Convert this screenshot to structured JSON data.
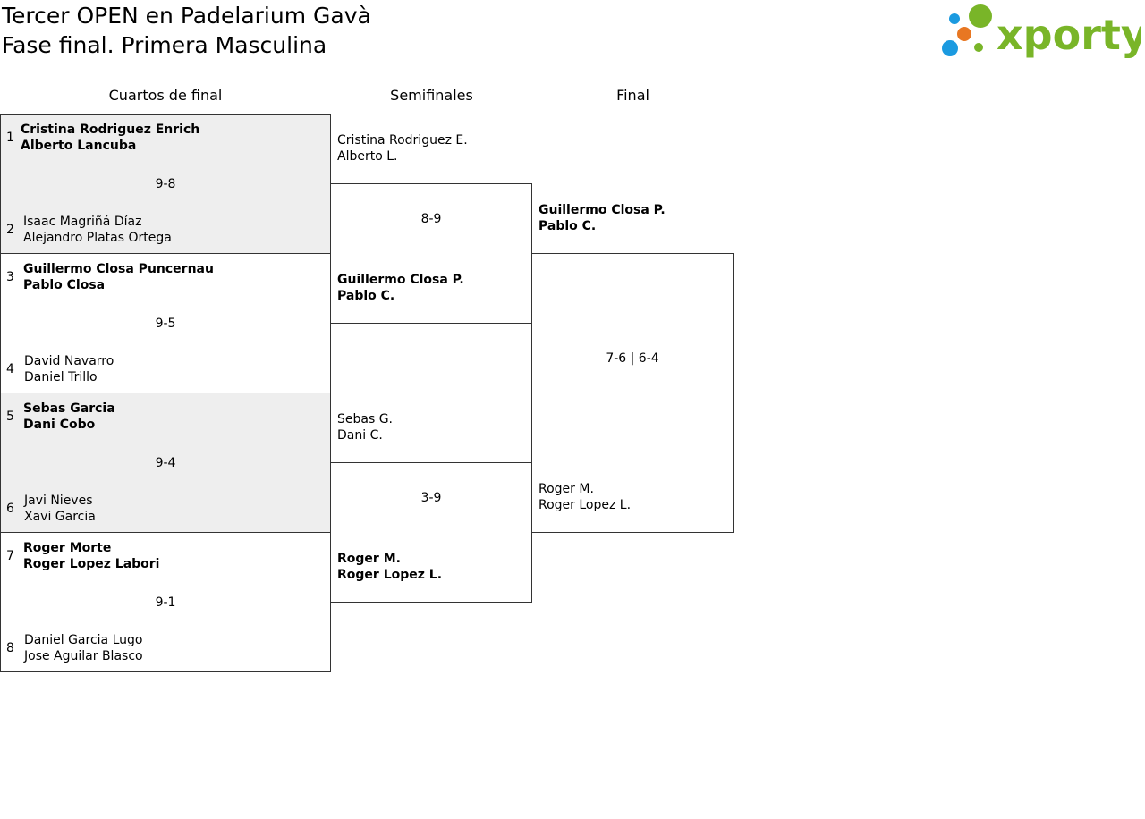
{
  "header": {
    "title_line1": "Tercer OPEN en Padelarium Gavà",
    "title_line2": "Fase final. Primera Masculina",
    "logo_text": "xporty",
    "logo_colors": {
      "green": "#79b528",
      "blue": "#1b9ae0",
      "orange": "#e87722"
    }
  },
  "rounds": {
    "quarterfinals": "Cuartos de final",
    "semifinals": "Semifinales",
    "final": "Final"
  },
  "quarterfinals": [
    {
      "seed_a": "1",
      "team_a": [
        "Cristina Rodriguez Enrich",
        "Alberto Lancuba"
      ],
      "winner_a": true,
      "score": "9-8",
      "seed_b": "2",
      "team_b": [
        "Isaac Magriñá Díaz",
        "Alejandro Platas Ortega"
      ],
      "winner_b": false
    },
    {
      "seed_a": "3",
      "team_a": [
        "Guillermo Closa Puncernau",
        "Pablo Closa"
      ],
      "winner_a": true,
      "score": "9-5",
      "seed_b": "4",
      "team_b": [
        "David Navarro",
        "Daniel Trillo"
      ],
      "winner_b": false
    },
    {
      "seed_a": "5",
      "team_a": [
        "Sebas Garcia",
        "Dani Cobo"
      ],
      "winner_a": true,
      "score": "9-4",
      "seed_b": "6",
      "team_b": [
        "Javi Nieves",
        "Xavi Garcia"
      ],
      "winner_b": false
    },
    {
      "seed_a": "7",
      "team_a": [
        "Roger Morte",
        "Roger Lopez Labori"
      ],
      "winner_a": true,
      "score": "9-1",
      "seed_b": "8",
      "team_b": [
        "Daniel Garcia Lugo",
        "Jose Aguilar Blasco"
      ],
      "winner_b": false
    }
  ],
  "semifinals": [
    {
      "team_a": [
        "Cristina Rodriguez E.",
        "Alberto L."
      ],
      "winner_a": false,
      "score": "8-9",
      "team_b": [
        "Guillermo Closa P.",
        "Pablo C."
      ],
      "winner_b": true
    },
    {
      "team_a": [
        "Sebas G.",
        "Dani C."
      ],
      "winner_a": false,
      "score": "3-9",
      "team_b": [
        "Roger M.",
        "Roger Lopez L."
      ],
      "winner_b": true
    }
  ],
  "final": {
    "team_a": [
      "Guillermo Closa P.",
      "Pablo C."
    ],
    "winner_a": true,
    "score": "7-6 | 6-4",
    "team_b": [
      "Roger M.",
      "Roger Lopez L."
    ],
    "winner_b": false
  }
}
